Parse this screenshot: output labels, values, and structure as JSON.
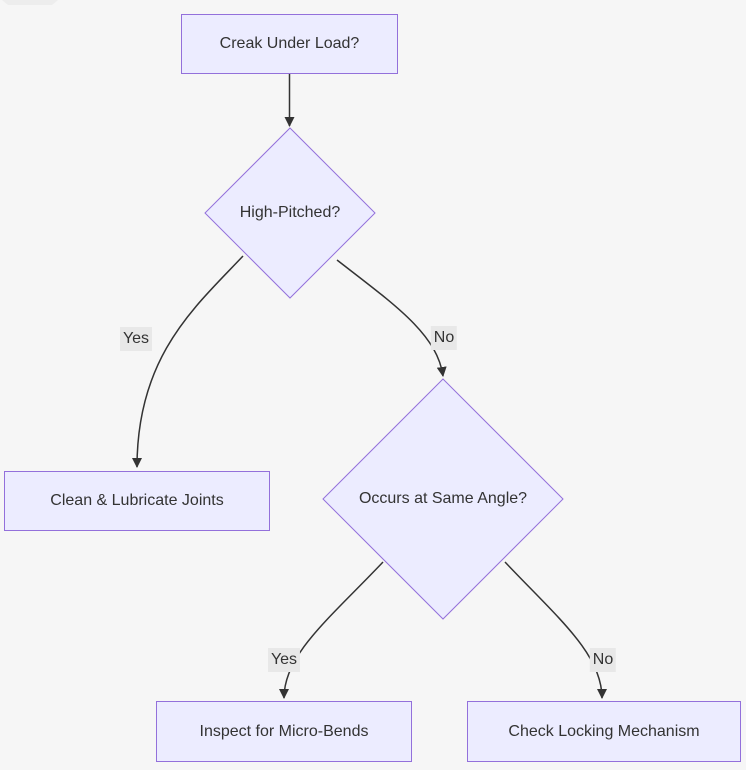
{
  "diagram": {
    "type": "flowchart",
    "direction": "top-down",
    "theme": {
      "background": "#f6f6f6",
      "node_fill": "#ECECFF",
      "node_border": "#9370DB",
      "edge_color": "#333333",
      "edge_label_background": "#e8e8e8",
      "text_color": "#333333"
    },
    "nodes": [
      {
        "id": "A",
        "shape": "rectangle",
        "label": "Creak Under Load?"
      },
      {
        "id": "B",
        "shape": "diamond",
        "label": "High-Pitched?"
      },
      {
        "id": "C",
        "shape": "rectangle",
        "label": "Clean & Lubricate Joints"
      },
      {
        "id": "D",
        "shape": "diamond",
        "label": "Occurs at Same Angle?"
      },
      {
        "id": "E",
        "shape": "rectangle",
        "label": "Inspect for Micro-Bends"
      },
      {
        "id": "F",
        "shape": "rectangle",
        "label": "Check Locking Mechanism"
      }
    ],
    "edges": [
      {
        "from": "A",
        "to": "B",
        "label": ""
      },
      {
        "from": "B",
        "to": "C",
        "label": "Yes"
      },
      {
        "from": "B",
        "to": "D",
        "label": "No"
      },
      {
        "from": "D",
        "to": "E",
        "label": "Yes"
      },
      {
        "from": "D",
        "to": "F",
        "label": "No"
      }
    ]
  }
}
